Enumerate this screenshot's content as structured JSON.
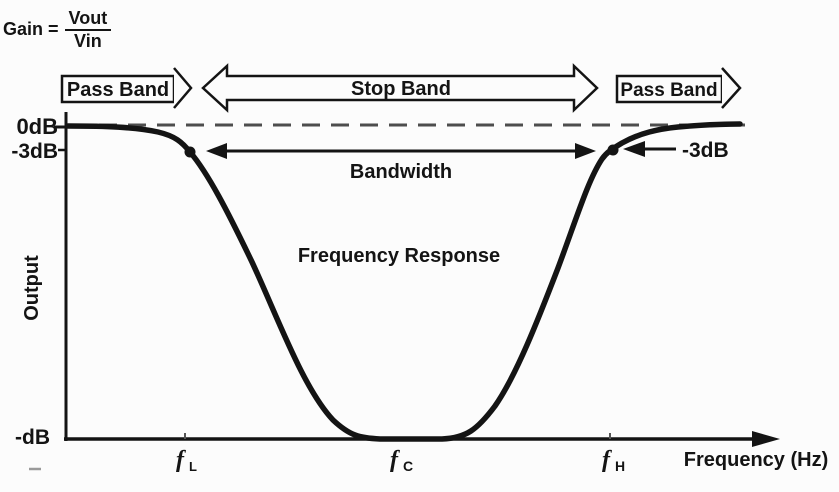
{
  "formula": {
    "lhs": "Gain =",
    "numerator": "Vout",
    "denominator": "Vin"
  },
  "bands": {
    "left_pass": "Pass Band",
    "stop": "Stop Band",
    "right_pass": "Pass Band"
  },
  "axes": {
    "y_label": "Output",
    "y_ticks": [
      "0dB",
      "-3dB",
      "-dB"
    ],
    "x_label": "Frequency (Hz)",
    "x_ticks": [
      {
        "symbol": "f",
        "subscript": "L"
      },
      {
        "symbol": "f",
        "subscript": "C"
      },
      {
        "symbol": "f",
        "subscript": "H"
      }
    ]
  },
  "annotations": {
    "bandwidth": "Bandwidth",
    "response": "Frequency Response",
    "minus3db": "-3dB"
  },
  "colors": {
    "ink": "#141414",
    "dashed_line": "#4d4d4d",
    "background": "#fcfcfc"
  },
  "chart_data": {
    "type": "line",
    "title": "Frequency Response",
    "xlabel": "Frequency (Hz)",
    "ylabel": "Output",
    "x_markers": [
      "fL",
      "fC",
      "fH"
    ],
    "y_markers": [
      "0dB",
      "-3dB",
      "-dB"
    ],
    "key_points": [
      {
        "x": "below fL",
        "gain": "0dB"
      },
      {
        "x": "fL",
        "gain": "-3dB"
      },
      {
        "x": "fC",
        "gain": "-dB (minimum)"
      },
      {
        "x": "fH",
        "gain": "-3dB"
      },
      {
        "x": "above fH",
        "gain": "0dB"
      }
    ],
    "regions": [
      {
        "range": "0 to fL",
        "label": "Pass Band"
      },
      {
        "range": "fL to fH",
        "label": "Stop Band"
      },
      {
        "range": "above fH",
        "label": "Pass Band"
      }
    ],
    "bandwidth": "fL to fH (between -3dB points)"
  }
}
